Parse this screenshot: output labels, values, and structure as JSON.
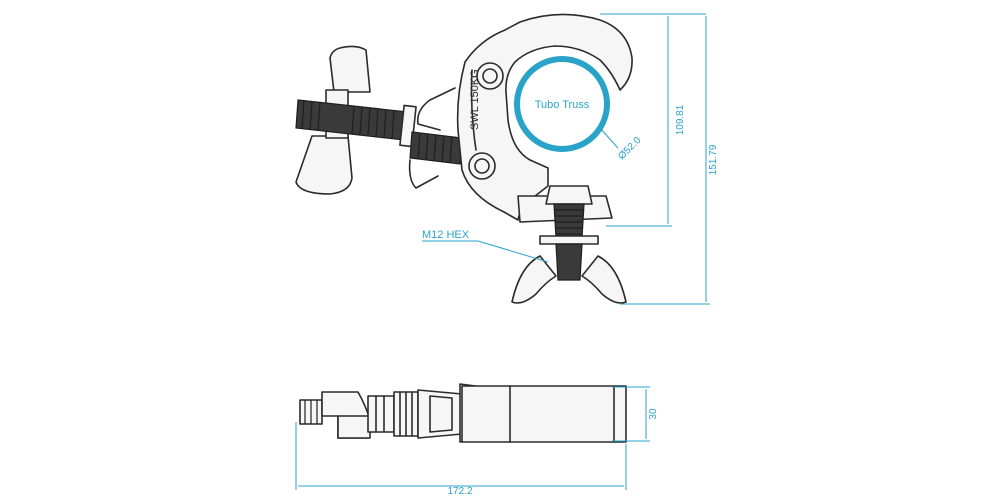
{
  "labels": {
    "tube": "Tubo Truss",
    "diameter": "Ø52.0",
    "hex": "M12 HEX",
    "swl": "SWL 150KG"
  },
  "dimensions": {
    "hook_height": "109.81",
    "total_height": "151.79",
    "width": "30",
    "length": "172.2"
  },
  "colors": {
    "dimension": "#2aa3c9",
    "tube": "#2aa3c9",
    "line": "#2b2b2b"
  }
}
